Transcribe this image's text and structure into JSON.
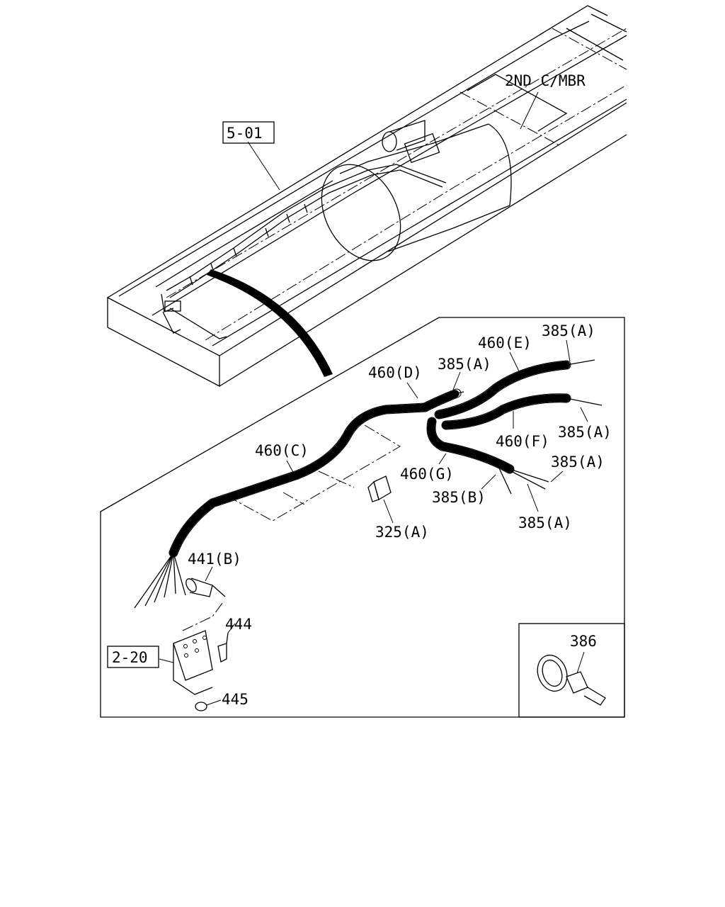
{
  "diagram": {
    "top_labels": {
      "second_crossmember": "2ND C/MBR",
      "ref_5_01": "5-01"
    },
    "callouts": {
      "c_460D": "460(D)",
      "c_385A_1": "385(A)",
      "c_460E": "460(E)",
      "c_385A_2": "385(A)",
      "c_385A_3": "385(A)",
      "c_460F": "460(F)",
      "c_385A_4": "385(A)",
      "c_460C": "460(C)",
      "c_460G": "460(G)",
      "c_385B": "385(B)",
      "c_325A": "325(A)",
      "c_385A_5": "385(A)",
      "c_441B": "441(B)",
      "c_444": "444",
      "c_445": "445",
      "ref_2_20": "2-20",
      "c_386": "386"
    }
  }
}
